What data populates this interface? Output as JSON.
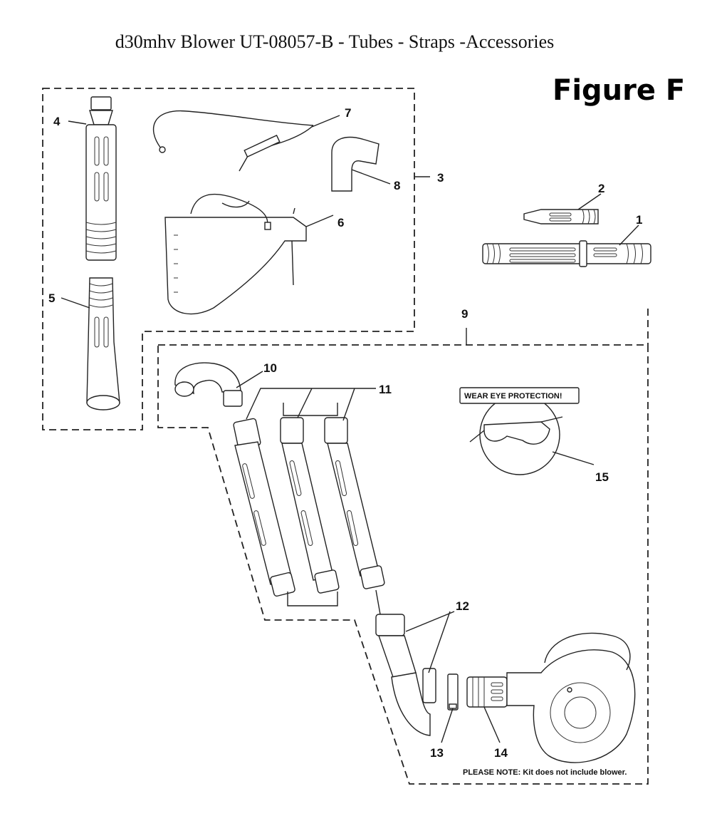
{
  "title": "d30mhv Blower UT-08057-B - Tubes - Straps -Accessories",
  "figure_label": "Figure F",
  "callouts": [
    "1",
    "2",
    "3",
    "4",
    "5",
    "6",
    "7",
    "8",
    "9",
    "10",
    "11",
    "12",
    "13",
    "14",
    "15"
  ],
  "sign_text": "WEAR EYE PROTECTION!",
  "note": "PLEASE NOTE: Kit does not include blower."
}
